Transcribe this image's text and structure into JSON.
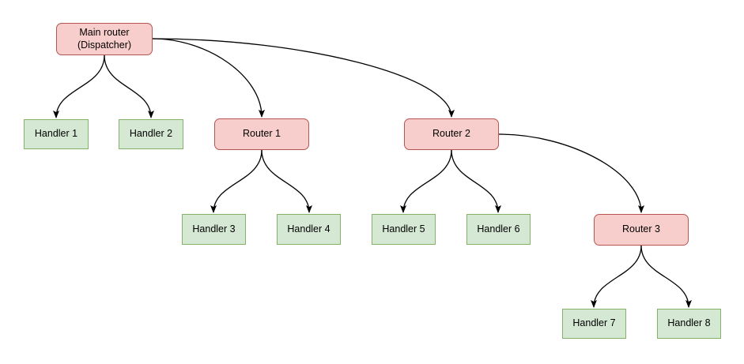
{
  "diagram": {
    "type": "flowchart-tree",
    "background": "#ffffff",
    "colors": {
      "router_fill": "#f8cecc",
      "router_stroke": "#b85450",
      "handler_fill": "#d5e8d4",
      "handler_stroke": "#82b366",
      "edge_stroke": "#000000",
      "text": "#000000"
    },
    "nodes": {
      "main": {
        "label": "Main router\n(Dispatcher)",
        "type": "router"
      },
      "handler1": {
        "label": "Handler 1",
        "type": "handler"
      },
      "handler2": {
        "label": "Handler 2",
        "type": "handler"
      },
      "router1": {
        "label": "Router 1",
        "type": "router"
      },
      "router2": {
        "label": "Router 2",
        "type": "router"
      },
      "handler3": {
        "label": "Handler 3",
        "type": "handler"
      },
      "handler4": {
        "label": "Handler 4",
        "type": "handler"
      },
      "handler5": {
        "label": "Handler 5",
        "type": "handler"
      },
      "handler6": {
        "label": "Handler 6",
        "type": "handler"
      },
      "router3": {
        "label": "Router 3",
        "type": "router"
      },
      "handler7": {
        "label": "Handler 7",
        "type": "handler"
      },
      "handler8": {
        "label": "Handler 8",
        "type": "handler"
      }
    },
    "edges": [
      {
        "from": "main",
        "to": "handler1"
      },
      {
        "from": "main",
        "to": "handler2"
      },
      {
        "from": "main",
        "to": "router1"
      },
      {
        "from": "main",
        "to": "router2"
      },
      {
        "from": "router1",
        "to": "handler3"
      },
      {
        "from": "router1",
        "to": "handler4"
      },
      {
        "from": "router2",
        "to": "handler5"
      },
      {
        "from": "router2",
        "to": "handler6"
      },
      {
        "from": "router2",
        "to": "router3"
      },
      {
        "from": "router3",
        "to": "handler7"
      },
      {
        "from": "router3",
        "to": "handler8"
      }
    ]
  }
}
